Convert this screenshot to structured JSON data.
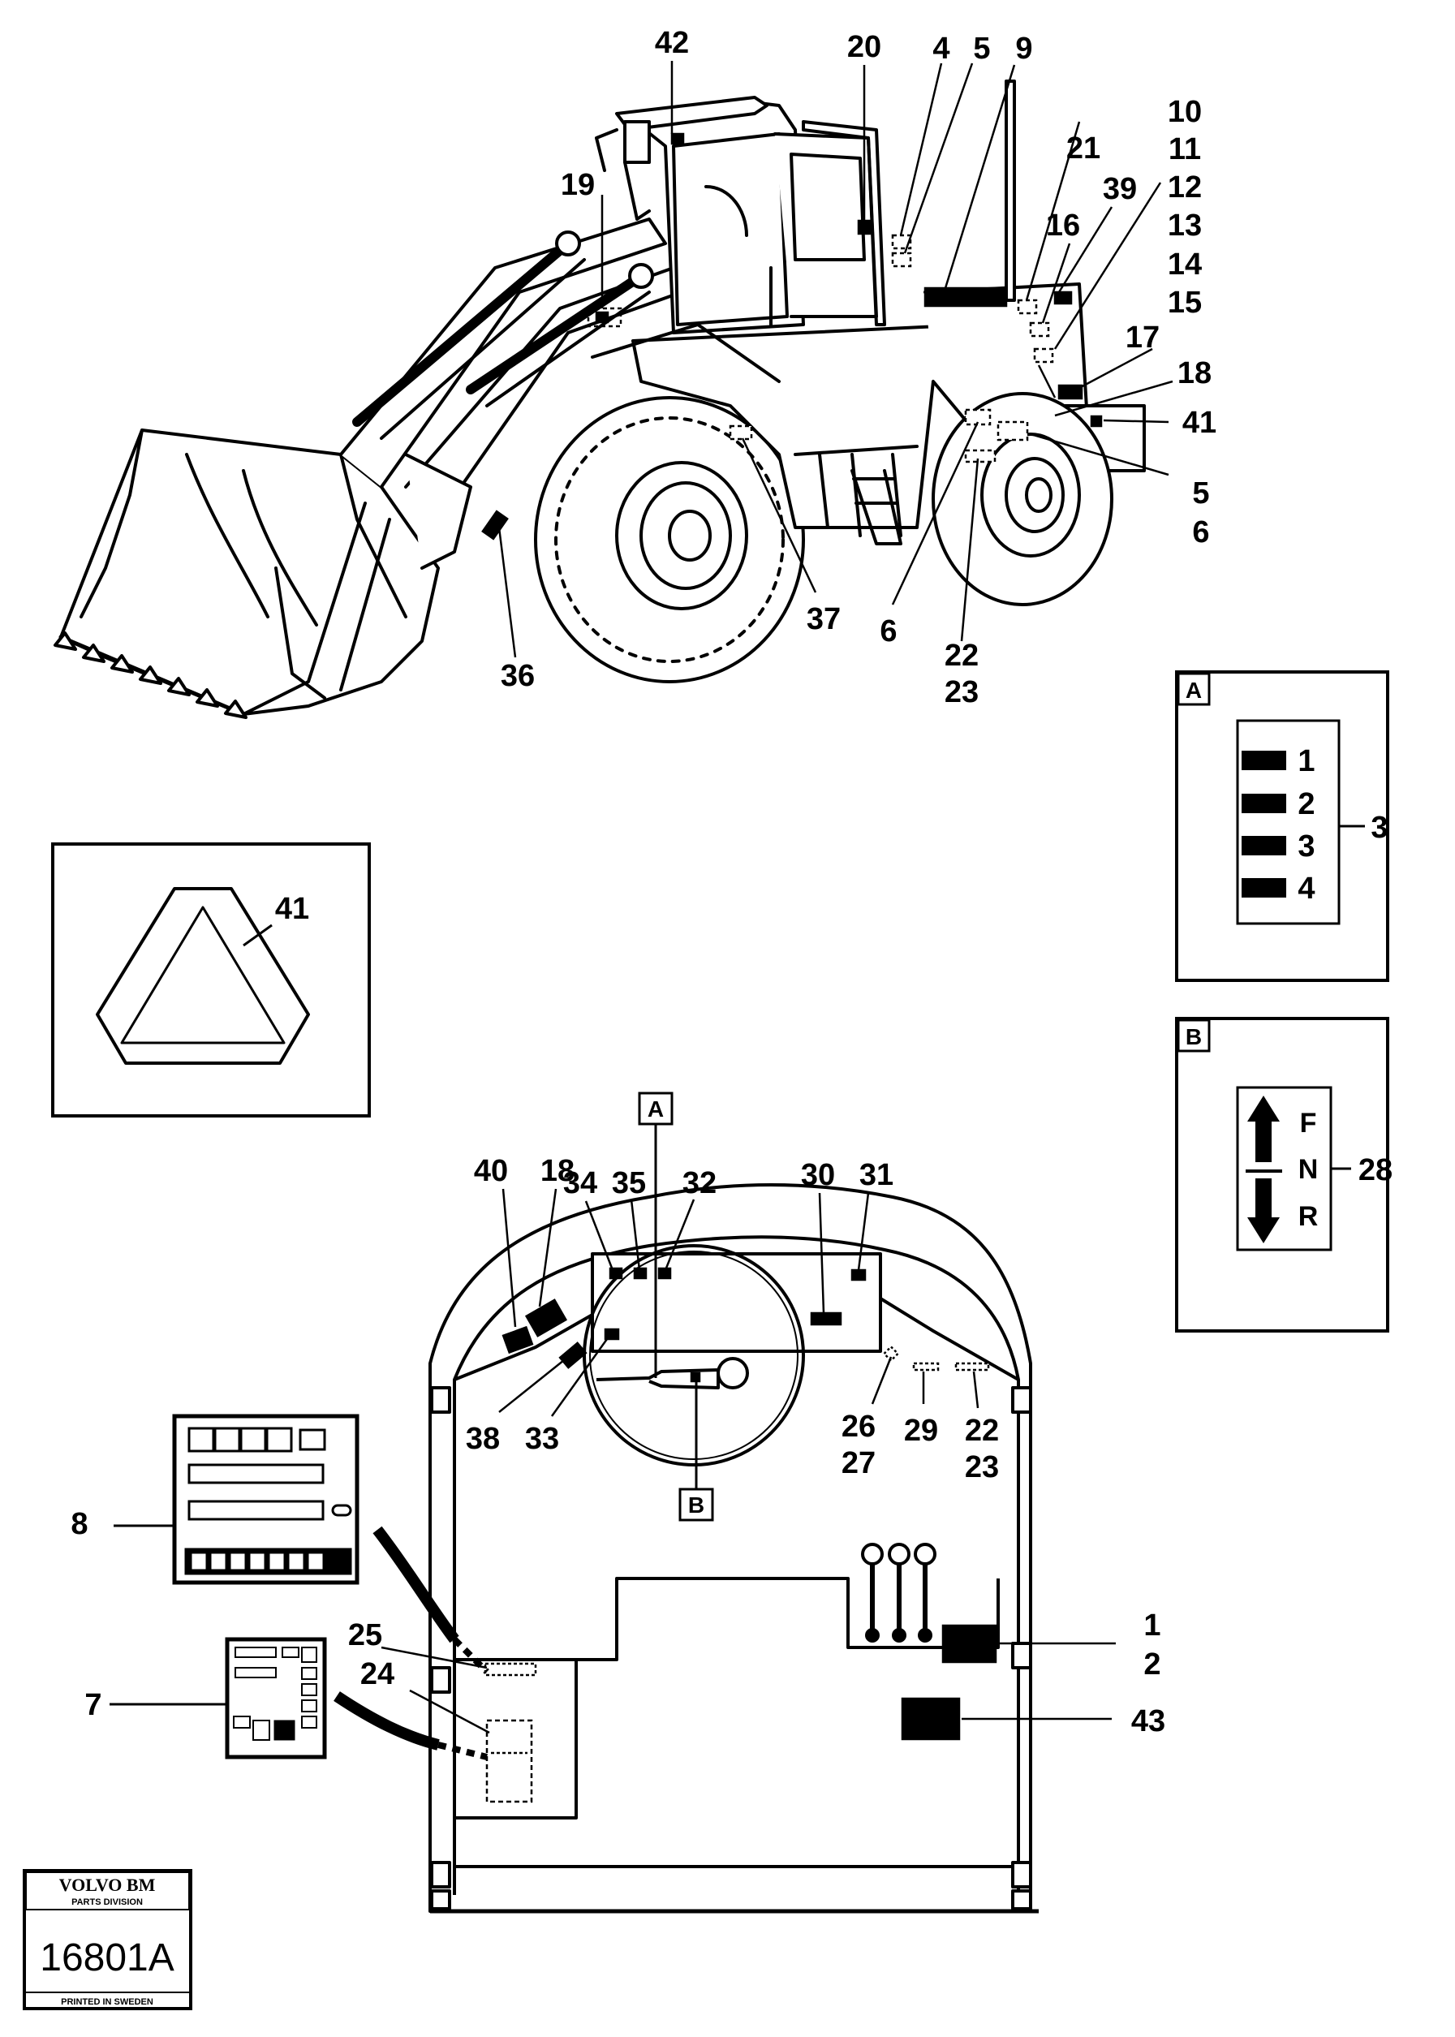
{
  "figure_code": "16801A",
  "logo": {
    "brand": "VOLVO BM",
    "division": "PARTS DIVISION",
    "printed": "PRINTED IN SWEDEN",
    "code": "16801A"
  },
  "machine_callouts": {
    "c42": "42",
    "c20": "20",
    "c4": "4",
    "c5a": "5",
    "c9": "9",
    "c10": "10",
    "c11": "11",
    "c12": "12",
    "c13": "13",
    "c14": "14",
    "c15": "15",
    "c21": "21",
    "c39": "39",
    "c16": "16",
    "c17": "17",
    "c18": "18",
    "c41": "41",
    "c5b": "5",
    "c6a": "6",
    "c19": "19",
    "c37": "37",
    "c6b": "6",
    "c22": "22",
    "c23": "23",
    "c36": "36"
  },
  "inset_a": {
    "letter": "A",
    "positions": [
      "1",
      "2",
      "3",
      "4"
    ],
    "callout": "3"
  },
  "inset_b": {
    "letter": "B",
    "gears": [
      "F",
      "N",
      "R"
    ],
    "callout": "28"
  },
  "inset_triangle": {
    "callout": "41"
  },
  "cab_callouts": {
    "letter_a": "A",
    "letter_b": "B",
    "c40": "40",
    "c18": "18",
    "c34": "34",
    "c35": "35",
    "c32": "32",
    "c30": "30",
    "c31": "31",
    "c38": "38",
    "c33": "33",
    "c26": "26",
    "c27": "27",
    "c29": "29",
    "c22": "22",
    "c23": "23",
    "c1": "1",
    "c2": "2",
    "c43": "43",
    "c25": "25",
    "c24": "24",
    "c8": "8",
    "c7": "7"
  }
}
